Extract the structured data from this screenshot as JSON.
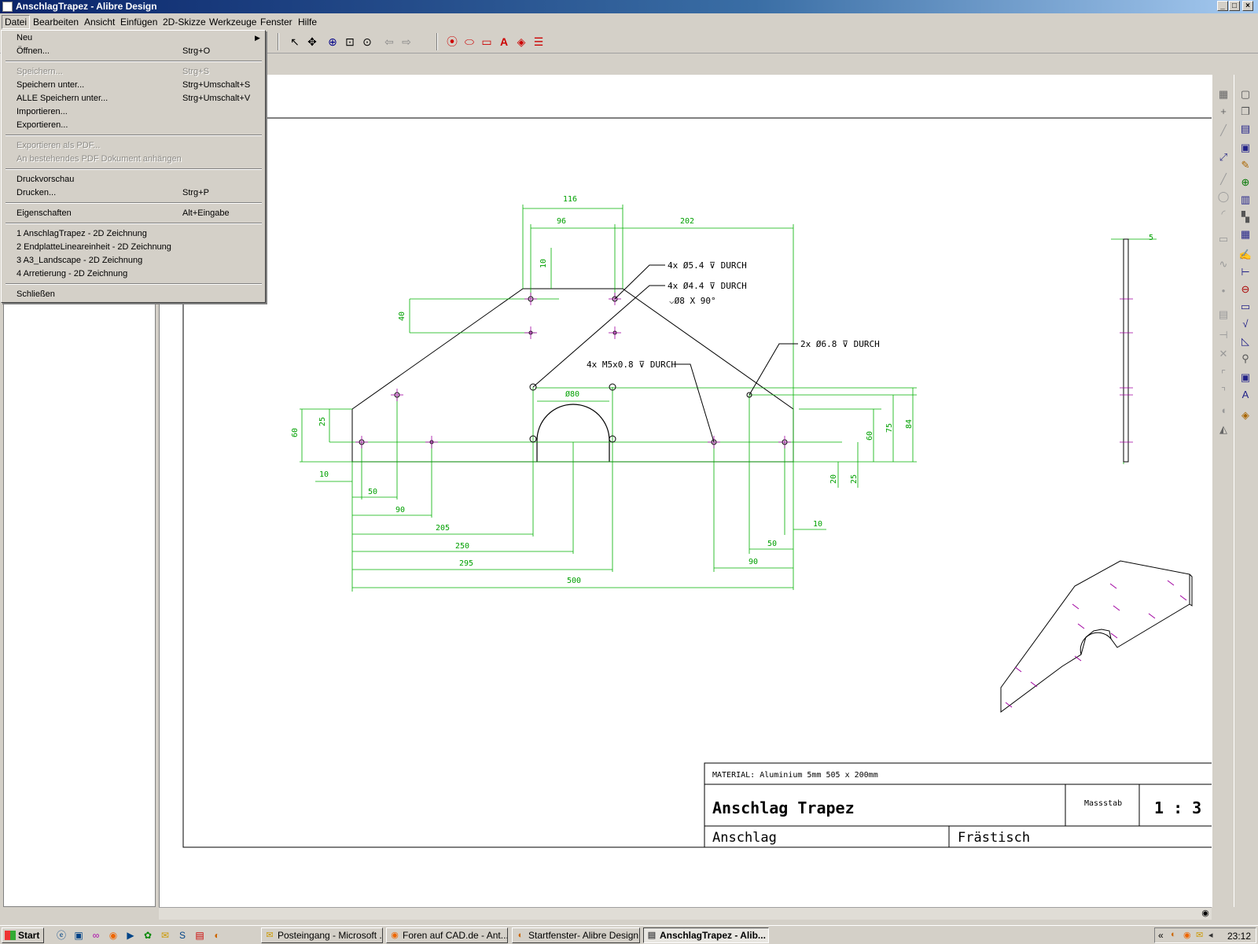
{
  "window": {
    "title": "AnschlagTrapez - Alibre Design",
    "minimize": "_",
    "maximize": "□",
    "close": "×"
  },
  "menubar": {
    "items": [
      "Datei",
      "Bearbeiten",
      "Ansicht",
      "Einfügen",
      "2D-Skizze",
      "Werkzeuge",
      "Fenster",
      "Hilfe"
    ]
  },
  "file_menu": {
    "items": [
      {
        "label": "Neu",
        "shortcut": "",
        "submenu": true,
        "enabled": true
      },
      {
        "label": "Öffnen...",
        "shortcut": "Strg+O",
        "enabled": true
      },
      {
        "label": "Speichern...",
        "shortcut": "Strg+S",
        "enabled": false
      },
      {
        "label": "Speichern unter...",
        "shortcut": "Strg+Umschalt+S",
        "enabled": true
      },
      {
        "label": "ALLE Speichern unter...",
        "shortcut": "Strg+Umschalt+V",
        "enabled": true
      },
      {
        "label": "Importieren...",
        "shortcut": "",
        "enabled": true
      },
      {
        "label": "Exportieren...",
        "shortcut": "",
        "enabled": true
      },
      {
        "label": "Exportieren als PDF...",
        "shortcut": "",
        "enabled": false
      },
      {
        "label": "An bestehendes PDF Dokument anhängen",
        "shortcut": "",
        "enabled": false
      },
      {
        "label": "Druckvorschau",
        "shortcut": "",
        "enabled": true
      },
      {
        "label": "Drucken...",
        "shortcut": "Strg+P",
        "enabled": true
      },
      {
        "label": "Eigenschaften",
        "shortcut": "Alt+Eingabe",
        "enabled": true
      },
      {
        "label": "1 AnschlagTrapez - 2D Zeichnung",
        "shortcut": "",
        "enabled": true
      },
      {
        "label": "2 EndplatteLineareinheit - 2D Zeichnung",
        "shortcut": "",
        "enabled": true
      },
      {
        "label": "3 A3_Landscape - 2D Zeichnung",
        "shortcut": "",
        "enabled": true
      },
      {
        "label": "4 Arretierung - 2D Zeichnung",
        "shortcut": "",
        "enabled": true
      },
      {
        "label": "Schließen",
        "shortcut": "",
        "enabled": true
      }
    ]
  },
  "drawing": {
    "dimensions": {
      "d116": "116",
      "d96": "96",
      "d202": "202",
      "d10top": "10",
      "d40": "40",
      "d60l": "60",
      "d25l": "25",
      "d10l": "10",
      "d50": "50",
      "d90": "90",
      "d205": "205",
      "d250": "250",
      "d295": "295",
      "d500": "500",
      "d80": "Ø80",
      "d60r": "60",
      "d75": "75",
      "d84": "84",
      "d20": "20",
      "d25r": "25",
      "d10r": "10",
      "d50r": "50",
      "d90r": "90",
      "d5": "5"
    },
    "notes": {
      "hole1": "4x Ø5.4 ⊽ DURCH",
      "hole2": "4x Ø4.4 ⊽ DURCH",
      "hole2b": "⌵Ø8 X 90°",
      "hole3": "2x Ø6.8 ⊽ DURCH",
      "thread": "4x M5x0.8 ⊽ DURCH"
    },
    "title_block": {
      "material": "MATERIAL: Aluminium 5mm 505 x 200mm",
      "title": "Anschlag Trapez",
      "scale_label": "Massstab",
      "scale_value": "1 : 3",
      "part": "Anschlag",
      "project": "Frästisch"
    }
  },
  "taskbar": {
    "start": "Start",
    "tasks": [
      {
        "label": "Posteingang - Microsoft ...",
        "active": false
      },
      {
        "label": "Foren auf CAD.de - Ant...",
        "active": false
      },
      {
        "label": "Startfenster- Alibre Design",
        "active": false
      },
      {
        "label": "AnschlagTrapez - Alib...",
        "active": true
      }
    ],
    "tray_chevron": "«",
    "clock": "23:12"
  }
}
